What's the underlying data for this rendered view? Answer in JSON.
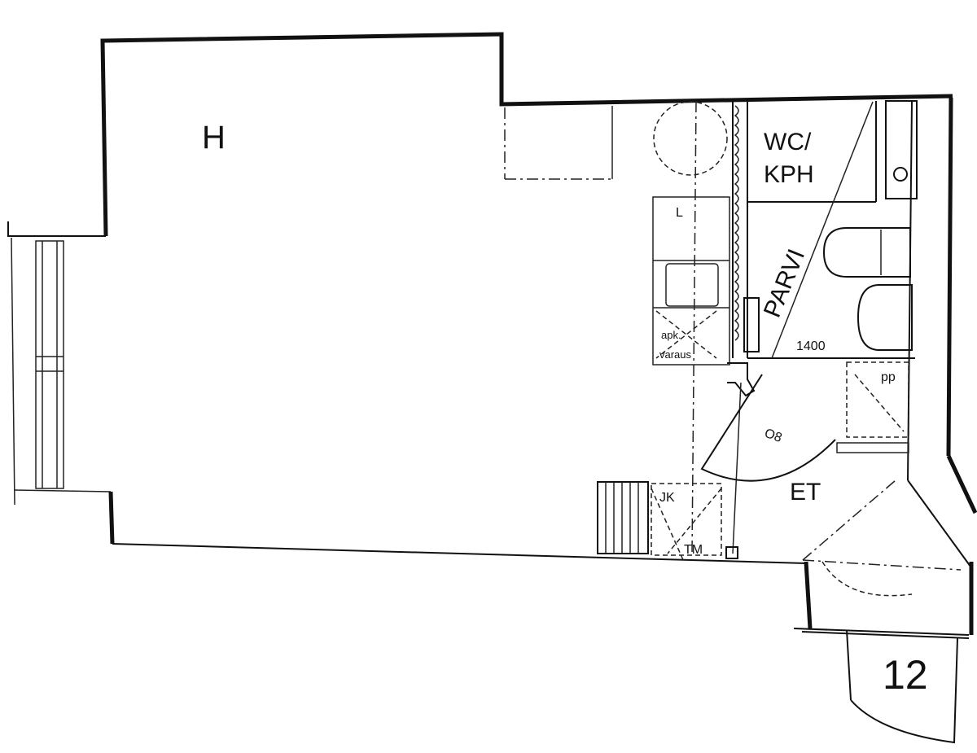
{
  "labels": {
    "room_h": "H",
    "wc_line1": "WC/",
    "wc_line2": "KPH",
    "parvi": "PARVI",
    "l": "L",
    "apk": "apk.",
    "varaus": "varaus",
    "dim_1400": "1400",
    "pp": "pp",
    "door_80": "O8",
    "et": "ET",
    "jk": "JK",
    "tm": "TM",
    "unit_number": "12"
  },
  "colors": {
    "line": "#111111",
    "background": "#ffffff",
    "shade": "#f4f4f4"
  }
}
